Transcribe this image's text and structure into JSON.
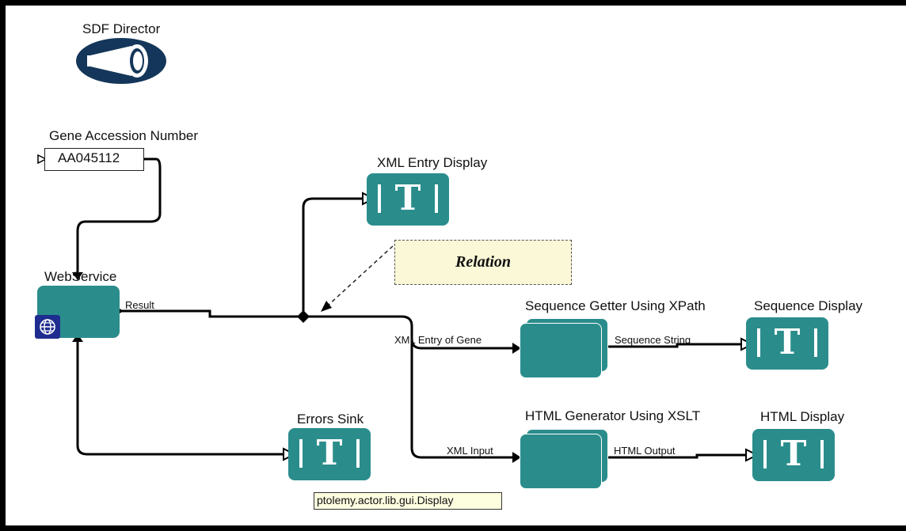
{
  "workflow": {
    "director": {
      "label": "SDF Director",
      "icon": "director-megaphone-icon"
    },
    "constant": {
      "label": "Gene Accession Number",
      "value": "AA045112"
    },
    "webservice": {
      "label": "WebService",
      "output_port": "Result",
      "badge_icon": "globe-icon"
    },
    "xml_entry_display": {
      "label": "XML Entry Display",
      "glyph": "T"
    },
    "relation_annotation": {
      "text": "Relation"
    },
    "sequence_getter": {
      "label": "Sequence Getter Using XPath",
      "input_port": "XML Entry of Gene",
      "output_port": "Sequence String"
    },
    "sequence_display": {
      "label": "Sequence Display",
      "glyph": "T"
    },
    "html_generator": {
      "label": "HTML Generator Using XSLT",
      "input_port": "XML Input",
      "output_port": "HTML Output"
    },
    "html_display": {
      "label": "HTML Display",
      "glyph": "T"
    },
    "errors_sink": {
      "label": "Errors Sink",
      "glyph": "T"
    },
    "tooltip": {
      "text": "ptolemy.actor.lib.gui.Display"
    }
  },
  "colors": {
    "actor_fill": "#2a8d8c",
    "director_fill": "#14365a",
    "relation_note_fill": "#fbf8d8",
    "tooltip_fill": "#fdfde0",
    "badge_fill": "#1e2d8f"
  }
}
